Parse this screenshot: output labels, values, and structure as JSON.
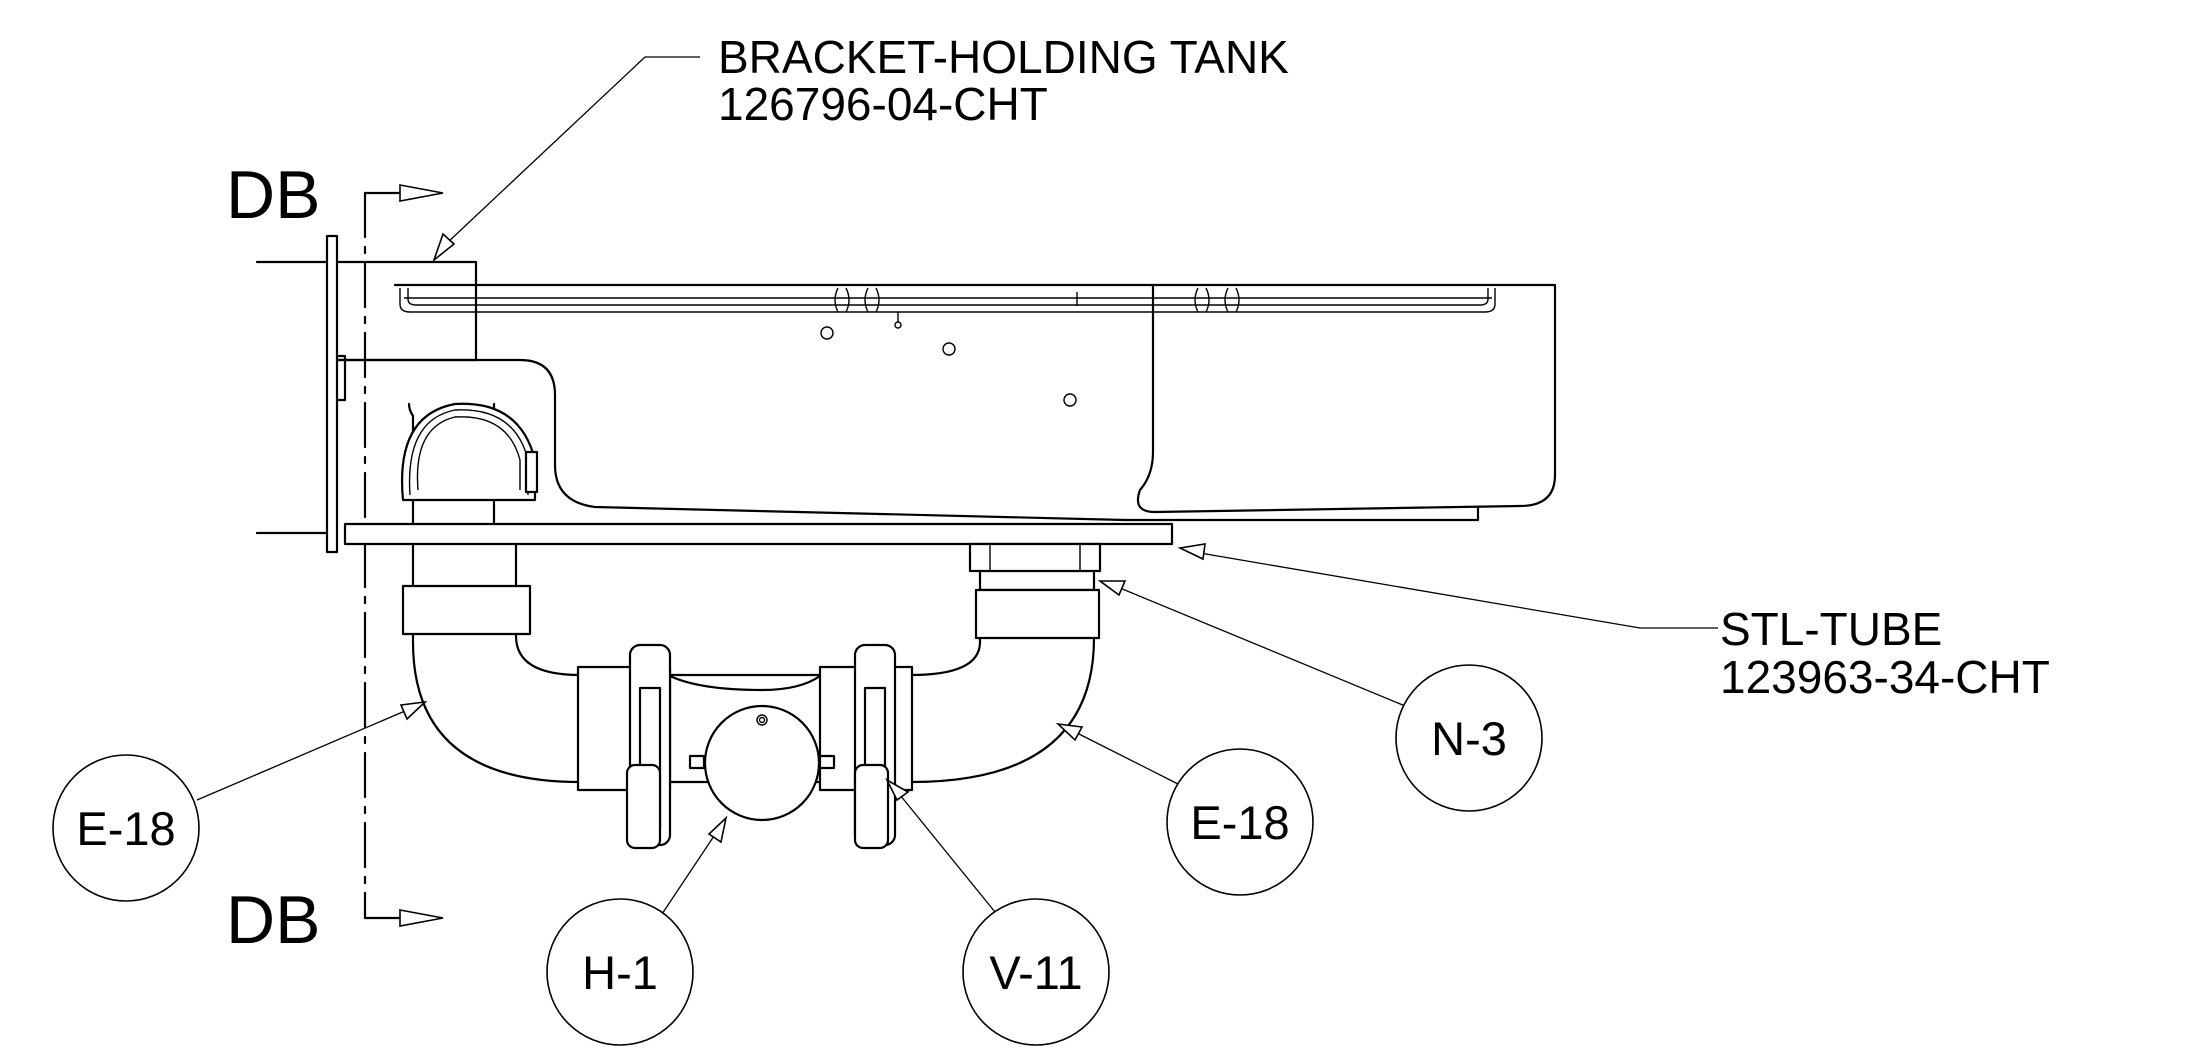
{
  "section_marks": {
    "top": "DB",
    "bottom": "DB"
  },
  "callouts": {
    "bracket": {
      "name": "BRACKET-HOLDING TANK",
      "part": "126796-04-CHT"
    },
    "tube": {
      "name": "STL-TUBE",
      "part": "123963-34-CHT"
    }
  },
  "bubbles": {
    "e18_left": "E-18",
    "h1": "H-1",
    "v11": "V-11",
    "e18_right": "E-18",
    "n3": "N-3"
  }
}
